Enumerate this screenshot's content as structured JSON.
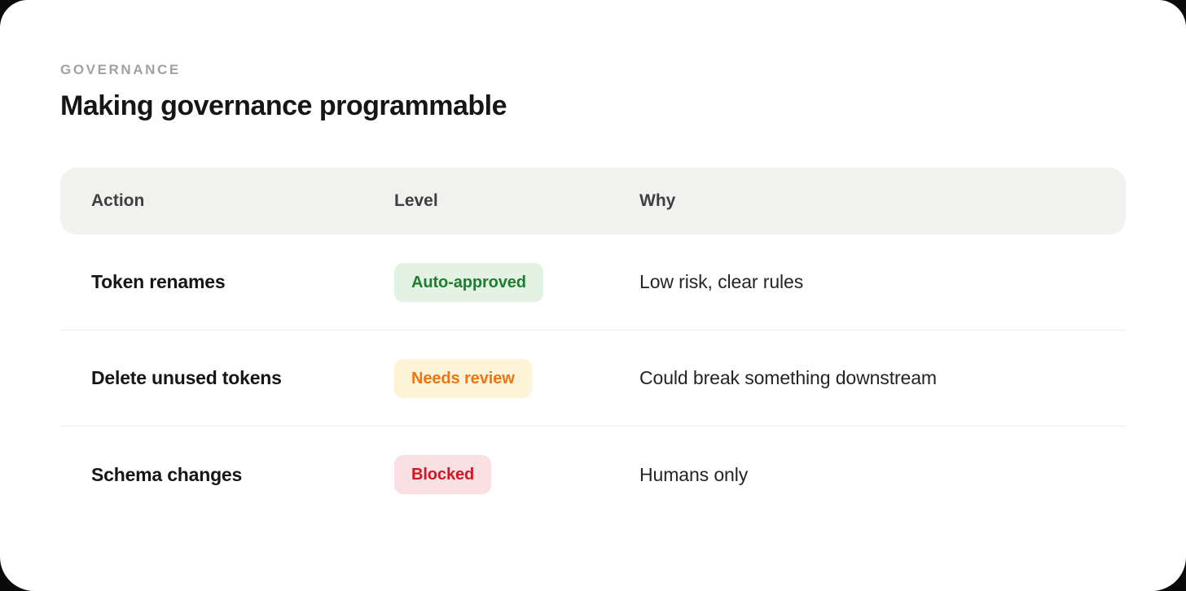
{
  "page": {
    "eyebrow": "GOVERNANCE",
    "title": "Making governance programmable"
  },
  "table": {
    "columns": {
      "action": "Action",
      "level": "Level",
      "why": "Why"
    },
    "rows": [
      {
        "action": "Token renames",
        "level": "Auto-approved",
        "level_variant": "approved",
        "why": "Low risk, clear rules"
      },
      {
        "action": "Delete unused tokens",
        "level": "Needs review",
        "level_variant": "review",
        "why": "Could break something downstream"
      },
      {
        "action": "Schema changes",
        "level": "Blocked",
        "level_variant": "blocked",
        "why": "Humans only"
      }
    ],
    "status_colors": {
      "approved": {
        "bg": "#e4f2e3",
        "text": "#1f7d2f"
      },
      "review": {
        "bg": "#fdf3d7",
        "text": "#ee7512"
      },
      "blocked": {
        "bg": "#fadfe3",
        "text": "#cf1824"
      }
    }
  },
  "theme": {
    "card_bg": "#ffffff",
    "outside_bg": "#0a0a0a",
    "header_band_bg": "#f1f1f0",
    "divider": "#ececec",
    "eyebrow_color": "#a1a1a1",
    "title_color": "#161616"
  }
}
